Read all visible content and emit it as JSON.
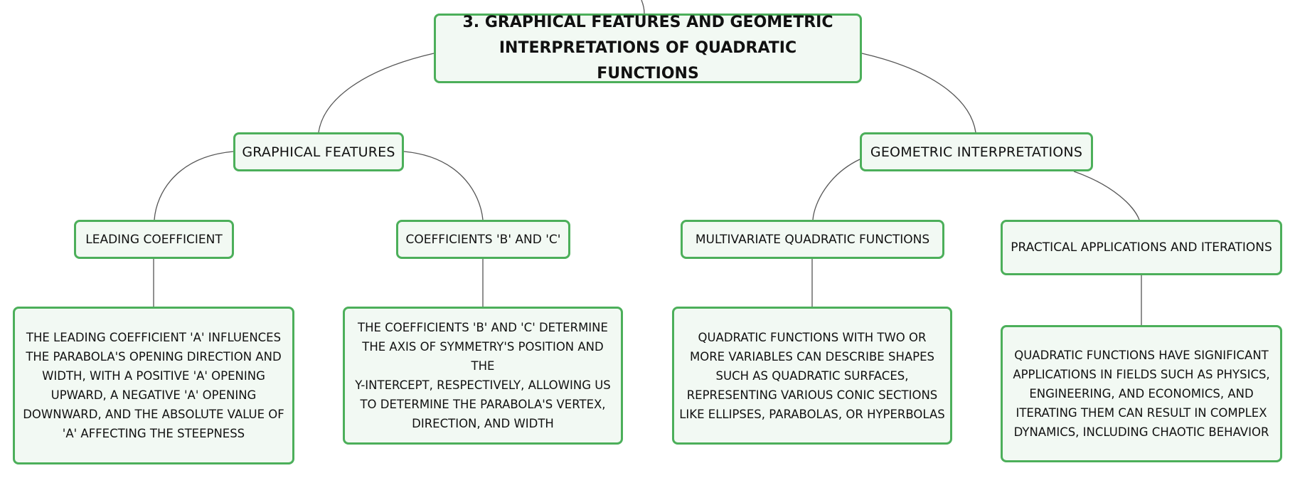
{
  "root": {
    "title_line1": "3. GRAPHICAL FEATURES AND GEOMETRIC",
    "title_line2": "INTERPRETATIONS OF QUADRATIC FUNCTIONS"
  },
  "branches": {
    "graphical_features": "GRAPHICAL FEATURES",
    "geometric_interpretations": "GEOMETRIC INTERPRETATIONS"
  },
  "topics": {
    "leading_coefficient": "LEADING COEFFICIENT",
    "coefficients_b_c": "COEFFICIENTS 'B' AND 'C'",
    "multivariate": "MULTIVARIATE QUADRATIC FUNCTIONS",
    "practical_applications": "PRACTICAL APPLICATIONS AND ITERATIONS"
  },
  "details": {
    "leading_coefficient": [
      "THE LEADING COEFFICIENT 'A' INFLUENCES",
      "THE PARABOLA'S OPENING DIRECTION AND",
      "WIDTH, WITH A POSITIVE 'A' OPENING",
      "UPWARD, A NEGATIVE 'A' OPENING",
      "DOWNWARD, AND THE ABSOLUTE VALUE OF",
      "'A' AFFECTING THE STEEPNESS"
    ],
    "coefficients_b_c": [
      "THE COEFFICIENTS 'B' AND 'C' DETERMINE",
      "THE AXIS OF SYMMETRY'S POSITION AND THE",
      "Y-INTERCEPT, RESPECTIVELY, ALLOWING US",
      "TO DETERMINE THE PARABOLA'S VERTEX,",
      "DIRECTION, AND WIDTH"
    ],
    "multivariate": [
      "QUADRATIC FUNCTIONS WITH TWO OR",
      "MORE VARIABLES CAN DESCRIBE SHAPES",
      "SUCH AS QUADRATIC SURFACES,",
      "REPRESENTING VARIOUS CONIC SECTIONS",
      "LIKE ELLIPSES, PARABOLAS, OR HYPERBOLAS"
    ],
    "practical_applications": [
      "QUADRATIC FUNCTIONS HAVE SIGNIFICANT",
      "APPLICATIONS IN FIELDS SUCH AS PHYSICS,",
      "ENGINEERING, AND ECONOMICS, AND",
      "ITERATING THEM CAN RESULT IN COMPLEX",
      "DYNAMICS, INCLUDING CHAOTIC BEHAVIOR"
    ]
  },
  "colors": {
    "node_border": "#4caf5a",
    "node_fill": "#f2f9f3",
    "connector": "#555555",
    "text": "#111111"
  }
}
